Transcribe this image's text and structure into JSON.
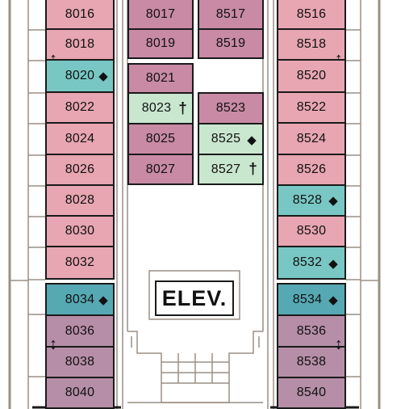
{
  "colors": {
    "pink": "#e7a6b1",
    "mauve": "#c88aa5",
    "plum": "#b68ea7",
    "mint": "#c9e6cf",
    "teal": "#79c7c4",
    "dark_teal": "#56a9b3",
    "wall": "#1a1a1a",
    "hull": "#9a8f86"
  },
  "symbols": {
    "diamond": "◆",
    "dagger": "†",
    "connecting": "↕"
  },
  "elevator_label": "ELEV.",
  "cabins": {
    "8016": "8016",
    "8018": "8018",
    "8020": "8020",
    "8022": "8022",
    "8024": "8024",
    "8026": "8026",
    "8028": "8028",
    "8030": "8030",
    "8032": "8032",
    "8034": "8034",
    "8036": "8036",
    "8038": "8038",
    "8040": "8040",
    "8017": "8017",
    "8019": "8019",
    "8021": "8021",
    "8023": "8023",
    "8025": "8025",
    "8027": "8027",
    "8517": "8517",
    "8519": "8519",
    "8523": "8523",
    "8525": "8525",
    "8527": "8527",
    "8516": "8516",
    "8518": "8518",
    "8520": "8520",
    "8522": "8522",
    "8524": "8524",
    "8526": "8526",
    "8528": "8528",
    "8530": "8530",
    "8532": "8532",
    "8534": "8534",
    "8536": "8536",
    "8538": "8538",
    "8540": "8540"
  }
}
